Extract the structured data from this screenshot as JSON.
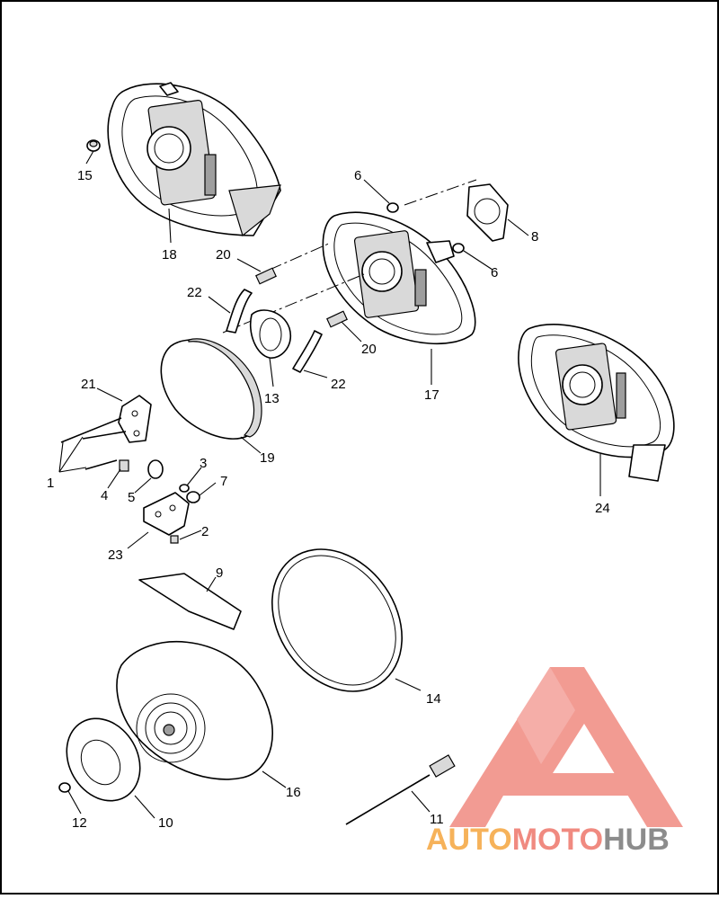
{
  "diagram": {
    "part_numbers": [
      "1",
      "2",
      "3",
      "4",
      "5",
      "6",
      "6",
      "7",
      "8",
      "9",
      "10",
      "11",
      "12",
      "13",
      "14",
      "15",
      "16",
      "17",
      "18",
      "19",
      "20",
      "20",
      "21",
      "22",
      "22",
      "23",
      "24"
    ],
    "labels": [
      {
        "id": "1",
        "text": "1"
      },
      {
        "id": "2",
        "text": "2"
      },
      {
        "id": "3",
        "text": "3"
      },
      {
        "id": "4",
        "text": "4"
      },
      {
        "id": "5",
        "text": "5"
      },
      {
        "id": "6a",
        "text": "6"
      },
      {
        "id": "6b",
        "text": "6"
      },
      {
        "id": "7",
        "text": "7"
      },
      {
        "id": "8",
        "text": "8"
      },
      {
        "id": "9",
        "text": "9"
      },
      {
        "id": "10",
        "text": "10"
      },
      {
        "id": "11",
        "text": "11"
      },
      {
        "id": "12",
        "text": "12"
      },
      {
        "id": "13",
        "text": "13"
      },
      {
        "id": "14",
        "text": "14"
      },
      {
        "id": "15",
        "text": "15"
      },
      {
        "id": "16",
        "text": "16"
      },
      {
        "id": "17",
        "text": "17"
      },
      {
        "id": "18",
        "text": "18"
      },
      {
        "id": "19",
        "text": "19"
      },
      {
        "id": "20a",
        "text": "20"
      },
      {
        "id": "20b",
        "text": "20"
      },
      {
        "id": "21",
        "text": "21"
      },
      {
        "id": "22a",
        "text": "22"
      },
      {
        "id": "22b",
        "text": "22"
      },
      {
        "id": "23",
        "text": "23"
      },
      {
        "id": "24",
        "text": "24"
      }
    ]
  },
  "watermark": {
    "text_part1": "AUTO",
    "text_part2": "MOTO",
    "text_part3": "HUB",
    "color_light": "#f6b25a",
    "color_mid": "#f08a80",
    "color_dark": "#8c8c8c",
    "logo_color": "#f08a80"
  }
}
